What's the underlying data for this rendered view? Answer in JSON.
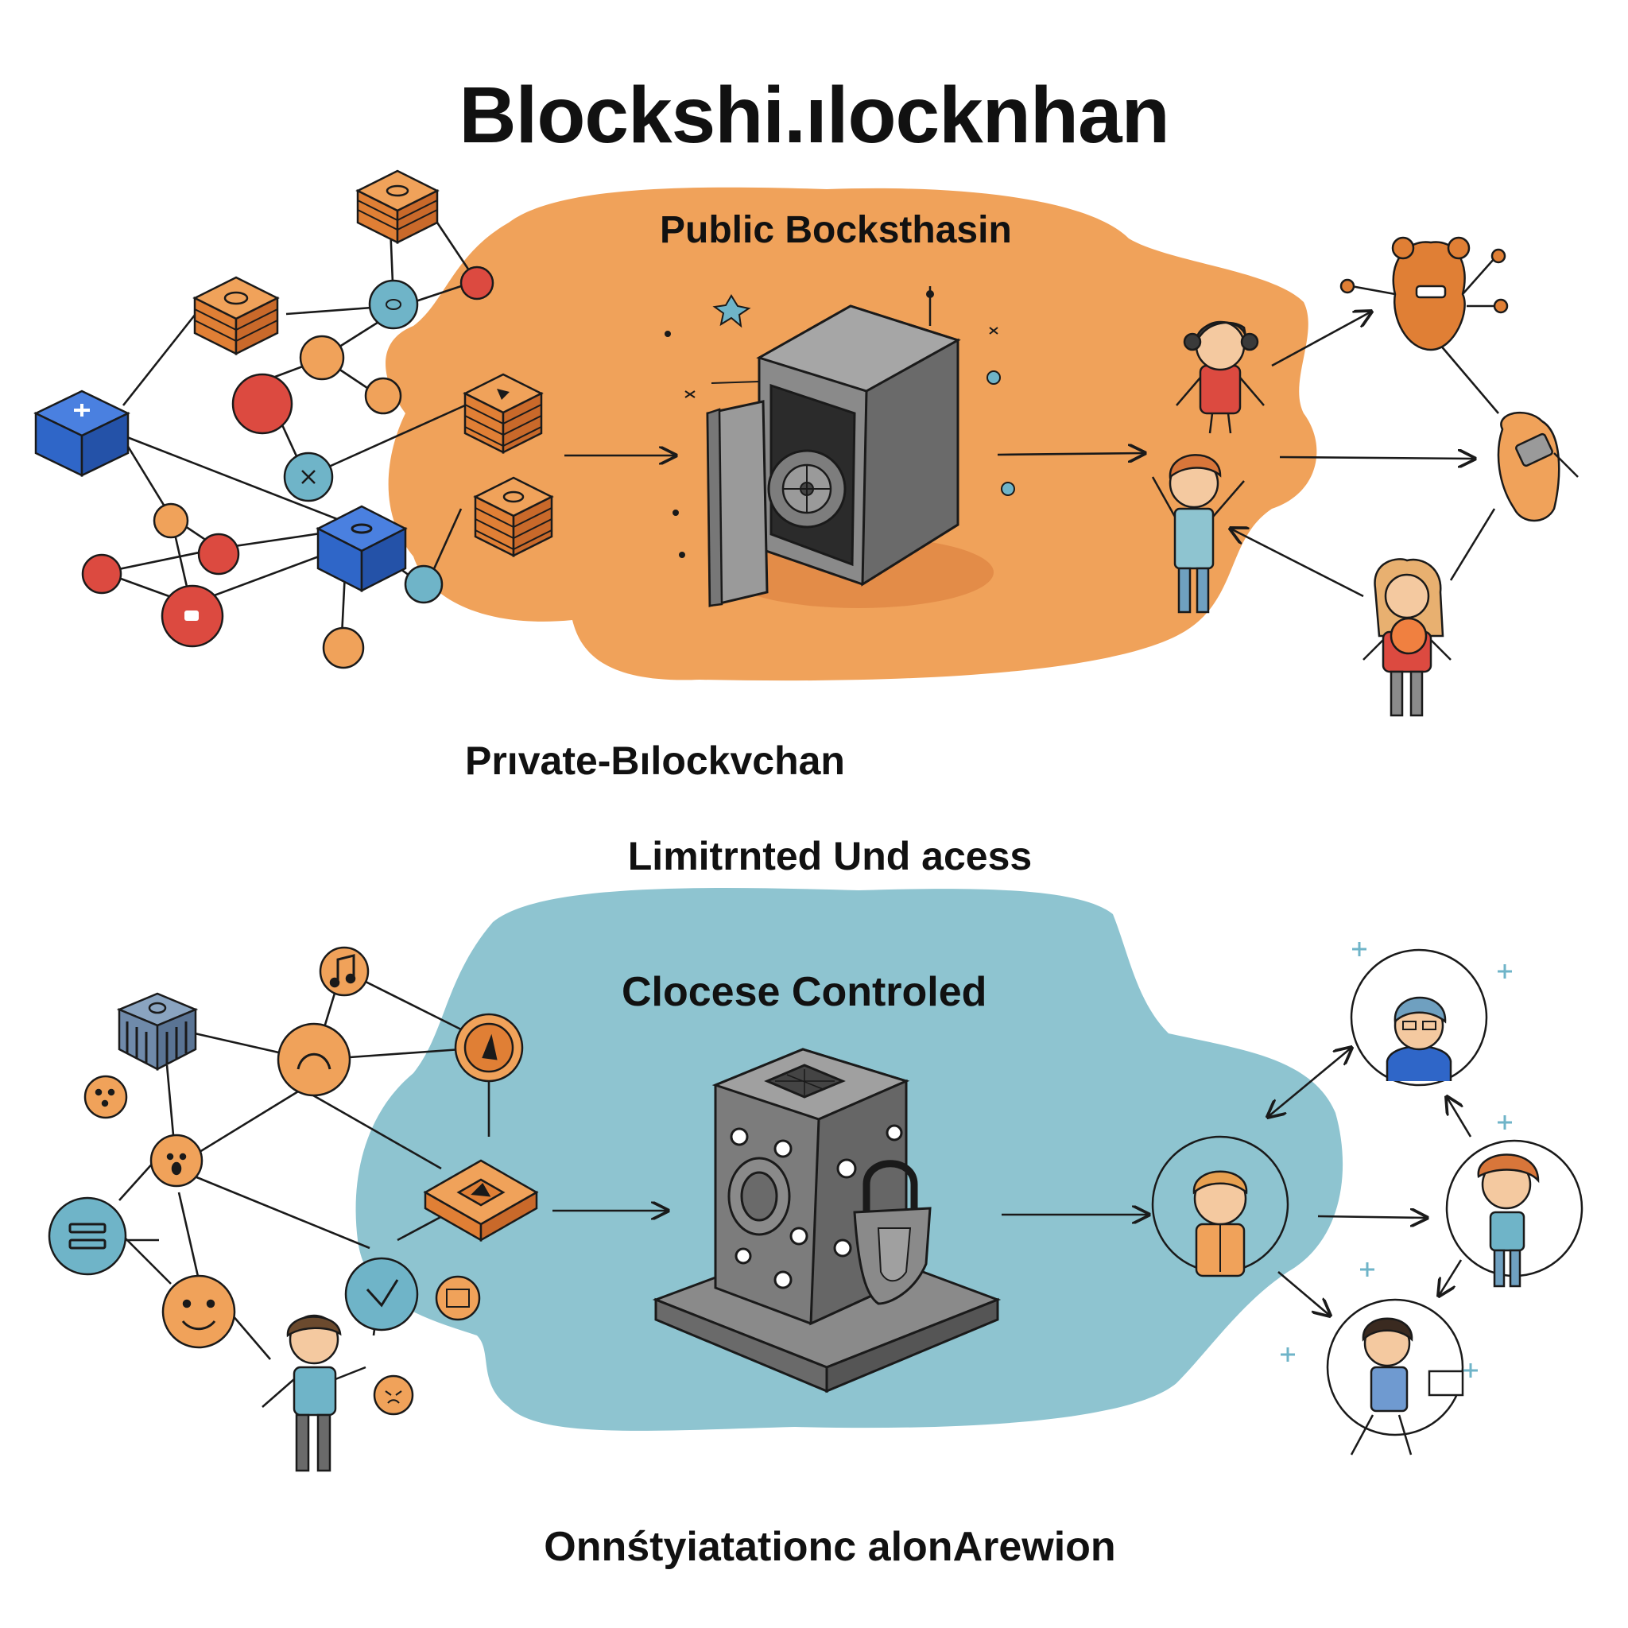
{
  "title": "Blockshi.ılocknhan",
  "sections": {
    "public": {
      "label": "Public Bocksthasin"
    },
    "private": {
      "label": "Prıvate-Bılockvchan",
      "sublabel": "Limitrnted Und acess"
    },
    "closed": {
      "label": "Clocese Controled"
    },
    "footer": {
      "label": "Onnśtyiatationc alonArewion"
    }
  },
  "colors": {
    "public_blob": "#f0a25a",
    "private_blob": "#8ec4d0",
    "orange_node": "#f0a25a",
    "red_node": "#dc4a40",
    "teal_node": "#6fb4c8",
    "blue_cube": "#2f66c8",
    "safe_gray": "#7c7c7c",
    "ink": "#1a1a1a"
  },
  "icons": {
    "public_safe": "open-safe-icon",
    "private_safe": "locked-vault-icon",
    "padlock": "padlock-icon",
    "bank": "bank-building-icon",
    "music": "music-note-icon"
  }
}
